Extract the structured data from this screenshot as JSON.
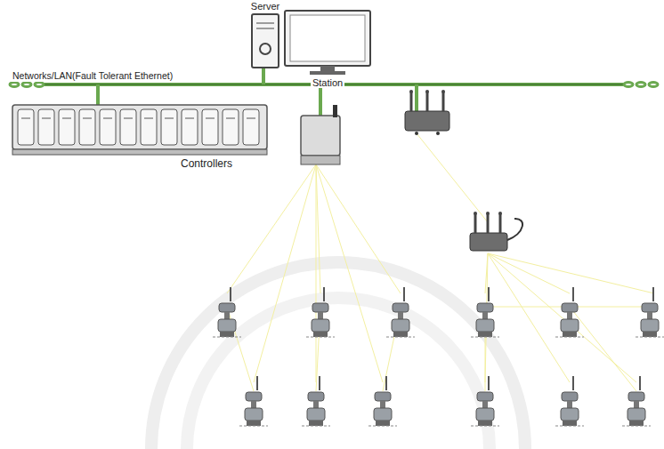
{
  "diagram": {
    "labels": [
      "Server",
      "Station",
      "Networks/LAN(Fault Tolerant Ethernet)",
      "Controllers"
    ]
  }
}
